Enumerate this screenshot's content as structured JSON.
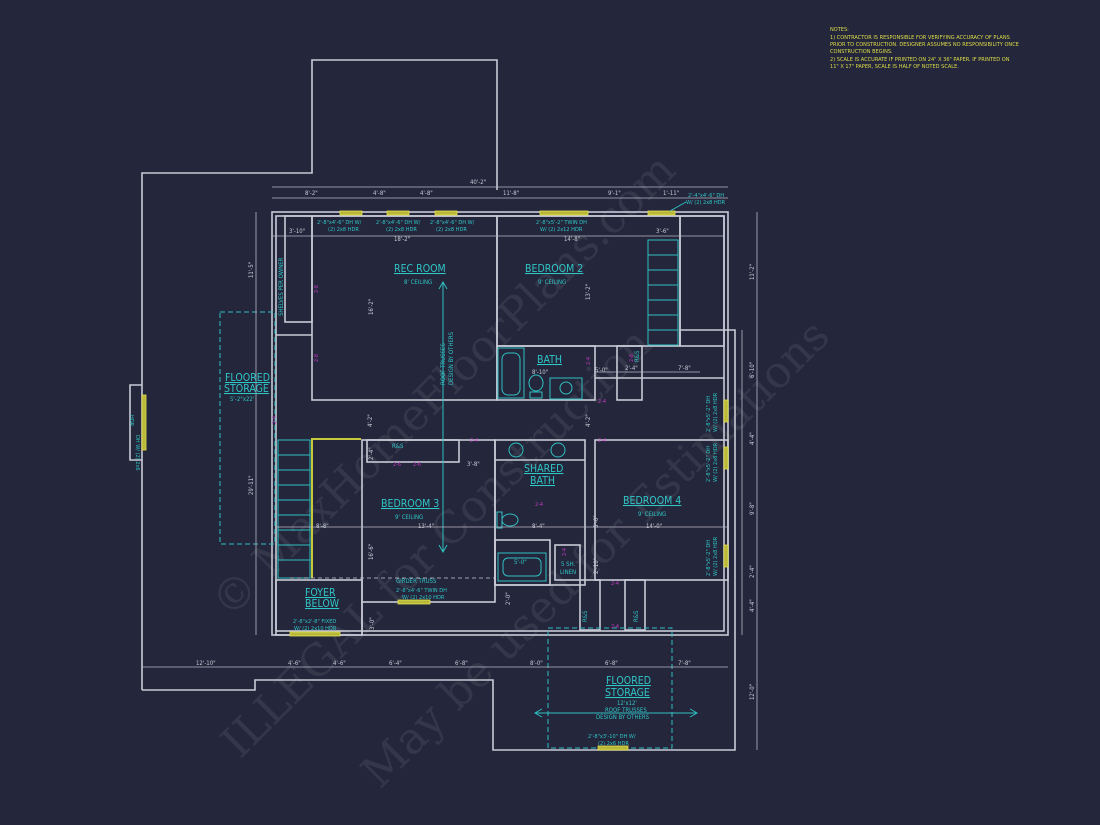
{
  "notes": {
    "title": "NOTES:",
    "lines": [
      "1) CONTRACTOR IS RESPONSIBLE FOR VERIFYING ACCURACY OF PLANS",
      "PRIOR TO CONSTRUCTION. DESIGNER ASSUMES NO RESPONSIBILITY ONCE",
      "CONSTRUCTION BEGINS.",
      "2) SCALE IS ACCURATE IF PRINTED ON 24\" X 36\" PAPER.  IF PRINTED ON",
      "11\" X 17\" PAPER, SCALE IS HALF OF NOTED SCALE."
    ]
  },
  "rooms": {
    "rec_room": {
      "name": "REC ROOM",
      "ceiling": "8' CEILING",
      "width": "18'-2\"",
      "depth": "16'-2\""
    },
    "bedroom_2": {
      "name": "BEDROOM 2",
      "ceiling": "9' CEILING",
      "width": "14'-8\"",
      "depth": "13'-2\""
    },
    "bath": {
      "name": "BATH",
      "width": "8'-10\""
    },
    "bedroom_3": {
      "name": "BEDROOM 3",
      "ceiling": "9' CEILING",
      "width": "13'-4\"",
      "depth": "16'-6\""
    },
    "shared_bath": {
      "name_line1": "SHARED",
      "name_line2": "BATH",
      "width": "8'-4\""
    },
    "bedroom_4": {
      "name": "BEDROOM 4",
      "ceiling": "9' CEILING",
      "width": "14'-0\""
    },
    "floored_storage_left": {
      "name_line1": "FLOORED",
      "name_line2": "STORAGE",
      "size": "5'-2\"x22'"
    },
    "floored_storage_bottom": {
      "name_line1": "FLOORED",
      "name_line2": "STORAGE",
      "size": "12'x12'",
      "note_line1": "ROOF TRUSSES",
      "note_line2": "DESIGN BY OTHERS"
    },
    "foyer": {
      "name_line1": "FOYER",
      "name_line2": "BELOW"
    }
  },
  "annotations": {
    "roof_trusses_line1": "ROOF TRUSSES",
    "roof_trusses_line2": "DESIGN BY OTHERS",
    "girder_truss": "GIRDER TRUSS",
    "shelves": "SHELVES PER OWNER",
    "rs": "R&S",
    "linen_line1": "5 SH.",
    "linen_line2": "LINEN",
    "tub": "5'-0\""
  },
  "windows": {
    "w1": [
      "2'-8\"x4'-6\" DH W/",
      "(2) 2x8 HDR"
    ],
    "w2": [
      "2'-8\"x4'-6\" DH W/",
      "(2) 2x8 HDR"
    ],
    "w3": [
      "2'-8\"x4'-6\" DH W/",
      "(2) 2x8 HDR"
    ],
    "w4": [
      "2'-8\"x5'-2\" TWIN DH",
      "W/ (2) 2x12 HDR"
    ],
    "w5": [
      "2'-4\"x4'-6\" DH",
      "W/ (2) 2x8 HDR"
    ],
    "w6": [
      "2'-8\"x5'-2\" DH",
      "W/ (2) 2x8 HDR"
    ],
    "w7": [
      "2'-8\"x5'-2\" DH",
      "W/ (2) 2x8 HDR"
    ],
    "w8": [
      "2'-8\"x5'-2\" DH",
      "W/ (2) 2x8 HDR"
    ],
    "w9": [
      "2'-8\"x4'-6\" TWIN DH",
      "W/ (2) 2x10 HDR"
    ],
    "w10": [
      "2'-8\"x2'-8\" FIXED",
      "W/ (2) 2x10 HDR"
    ],
    "w11": [
      "2'-8\"x3'-10\" DH W/",
      "(2) 2x6 HDR"
    ],
    "w12": [
      "DH W/ (2) 2x6",
      "HDR"
    ]
  },
  "dimensions": {
    "top_overall": "40'-2\"",
    "top": [
      "8'-2\"",
      "4'-8\"",
      "4'-8\"",
      "11'-8\"",
      "9'-1\"",
      "1'-11\""
    ],
    "bottom": [
      "12'-10\"",
      "4'-6\"",
      "4'-6\"",
      "6'-4\"",
      "6'-8\"",
      "8'-0\"",
      "6'-8\"",
      "7'-8\""
    ],
    "right": [
      "11'-2\"",
      "6'-10\"",
      "4'-4\"",
      "9'-8\"",
      "2'-4\"",
      "4'-4\"",
      "12'-0\""
    ],
    "left": [
      "11'-5\"",
      "29'-11\""
    ],
    "interior": [
      "3'-10\"",
      "3'-6\"",
      "4'-2\"",
      "4'-2\"",
      "2'-4\"",
      "7'-8\"",
      "3'-8\"",
      "2'-4\"",
      "8'-8\"",
      "5'-0\"",
      "2'-10\"",
      "3'-0\"",
      "2'-0\"",
      "5'-0\""
    ]
  },
  "door_tags": [
    "2-8",
    "2-8",
    "2-4",
    "2-4",
    "2-8",
    "2-6",
    "2-6",
    "2-4",
    "2-4",
    "2-4",
    "2-4",
    "2-4",
    "2-4",
    "2-4"
  ],
  "watermark": [
    "© MaxHomeFloorPlans.com",
    "ILLEGAL for Construction",
    "May be used for Estimations"
  ],
  "colors": {
    "background": "#24263b",
    "walls": "#c9cad6",
    "labels": "#2fc6c6",
    "windows": "#b9b838",
    "door_tags": "#c33ac3",
    "notes": "#dcdc48"
  }
}
